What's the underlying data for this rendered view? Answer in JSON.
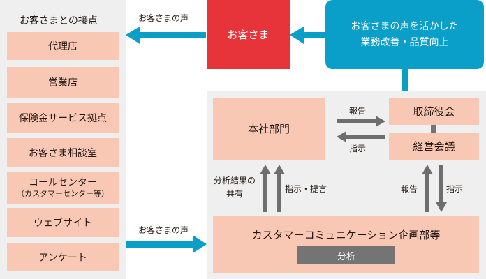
{
  "left_panel": {
    "title": "お客さまとの接点",
    "channels": [
      {
        "label": "代理店"
      },
      {
        "label": "営業店"
      },
      {
        "label": "保険金サービス拠点"
      },
      {
        "label": "お客さま相談室"
      },
      {
        "label": "コールセンター",
        "sub": "（カスタマーセンター等）"
      },
      {
        "label": "ウェブサイト"
      },
      {
        "label": "アンケート"
      }
    ]
  },
  "customer": {
    "label": "お客さま"
  },
  "voice_top_label": "お客さまの声",
  "voice_bottom_label": "お客さまの声",
  "improvement": {
    "line1": "お客さまの声を活かした",
    "line2": "業務改善・品質向上"
  },
  "hq": {
    "label": "本社部門"
  },
  "board": {
    "label": "取締役会"
  },
  "mgmt": {
    "label": "経営会議"
  },
  "report_label": "報告",
  "instruct_label": "指示",
  "share": {
    "line1": "分析結果の",
    "line2": "共有"
  },
  "instruct_propose_label": "指示・提言",
  "report_right_label": "報告",
  "instruct_right_label": "指示",
  "planning": {
    "label": "カスタマーコミュニケーション企画部等"
  },
  "analysis": {
    "label": "分析"
  },
  "colors": {
    "pink": "#f8c8b4",
    "panel": "#efefef",
    "red": "#e7343a",
    "blue": "#0a9fc8",
    "arrow_blue": "#0a9fc8",
    "gray": "#747474",
    "arrow_gray": "#6e6e6e"
  }
}
